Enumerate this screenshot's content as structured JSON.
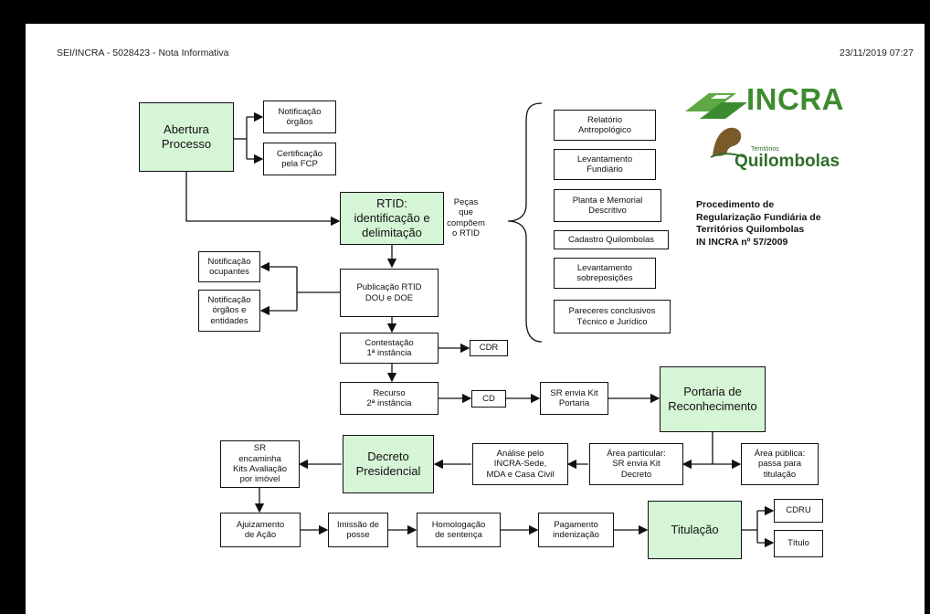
{
  "header": {
    "title": "SEI/INCRA - 5028423 - Nota Informativa",
    "datetime": "23/11/2019 07:27"
  },
  "logos": {
    "incra": "INCRA",
    "territorios_small": "Territórios",
    "quilombolas": "Quilombolas"
  },
  "procedure": "Procedimento de\nRegularização Fundiária de\nTerritórios Quilombolas\nIN INCRA nº 57/2009",
  "pecas_note": "Peças\nque\ncompõem\no RTID",
  "nodes": {
    "abertura": "Abertura\nProcesso",
    "notif_orgaos": "Notificação\nórgãos",
    "cert_fcp": "Certificação\npela FCP",
    "rtid": "RTID:\nidentificação e\ndelimitação",
    "relatorio": "Relatório\nAntropológico",
    "lev_fundiario": "Levantamento\nFundiário",
    "planta": "Planta e Memorial\nDescritivo",
    "cadastro": "Cadastro Quilombolas",
    "lev_sobrep": "Levantamento\nsobreposições",
    "pareceres": "Pareceres conclusivos\nTécnico e Jurídico",
    "notif_ocup": "Notificação\nocupantes",
    "notif_orgaos_ent": "Notificação\nórgãos e\nentidades",
    "publicacao": "Publicação RTID\nDOU e DOE",
    "contestacao": "Contestação\n1ª instância",
    "cdr": "CDR",
    "recurso": "Recurso\n2ª instância",
    "cd": "CD",
    "sr_kit_portaria": "SR envia Kit\nPortaria",
    "portaria": "Portaria de\nReconhecimento",
    "sr_encaminha": "SR\nencaminha\nKits Avaliação\npor imóvel",
    "decreto": "Decreto\nPresidencial",
    "analise": "Análise pelo\nINCRA-Sede,\nMDA e Casa Civil",
    "area_particular": "Área particular:\nSR envia Kit\nDecreto",
    "area_publica": "Área pública:\npassa para\ntitulação",
    "ajuizamento": "Ajuizamento\nde Ação",
    "imissao": "Imissão de\nposse",
    "homologacao": "Homologação\nde sentença",
    "pagamento": "Pagamento\nindenização",
    "titulacao": "Titulação",
    "cdru": "CDRU",
    "titulo": "Título"
  },
  "colors": {
    "main_box_fill": "#d6f5d6",
    "logo_green": "#3d8b2f",
    "frame": "#000000"
  }
}
